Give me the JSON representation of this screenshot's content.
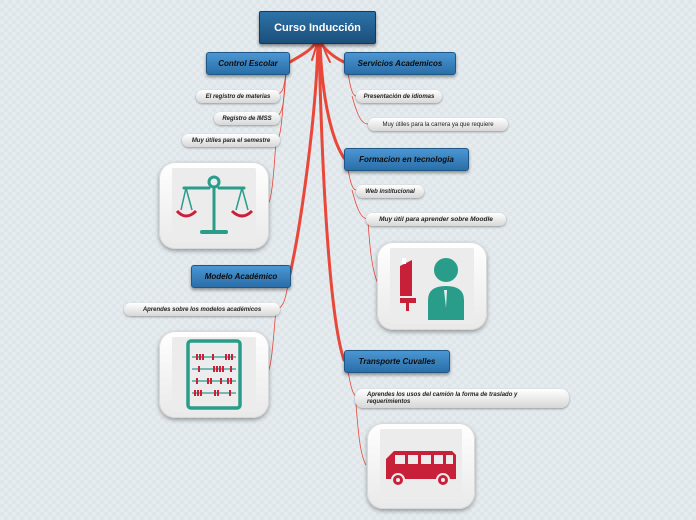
{
  "root": {
    "title": "Curso Inducción"
  },
  "branches": {
    "control_escolar": {
      "label": "Control Escolar",
      "leaves": [
        "El registro de materias",
        "Registro de IMSS",
        "Muy útiles para el semestre"
      ],
      "icon": "scales-icon"
    },
    "modelo_academico": {
      "label": "Modelo Académico",
      "leaves": [
        "Aprendes sobre los modelos académicos"
      ],
      "icon": "abacus-icon"
    },
    "servicios_academicos": {
      "label": "Servicios Academicos",
      "leaves": [
        "Presentación de idiomas",
        "Muy útiles para la carrera ya que requiere"
      ]
    },
    "formacion_tecnologia": {
      "label": "Formacion en tecnologia",
      "leaves": [
        "Web institucional",
        "Muy útil para aprender sobre Moodle"
      ],
      "icon": "computer-user-icon"
    },
    "transporte": {
      "label": "Transporte Cuvalles",
      "leaves": [
        "Aprendes los usos del camión la forma de traslado y requerimientos"
      ],
      "icon": "bus-icon"
    }
  },
  "colors": {
    "connector": "#e8473a",
    "branch_fill": "#3a84c1",
    "icon_teal": "#2a9d8a",
    "icon_red": "#c9203a"
  }
}
